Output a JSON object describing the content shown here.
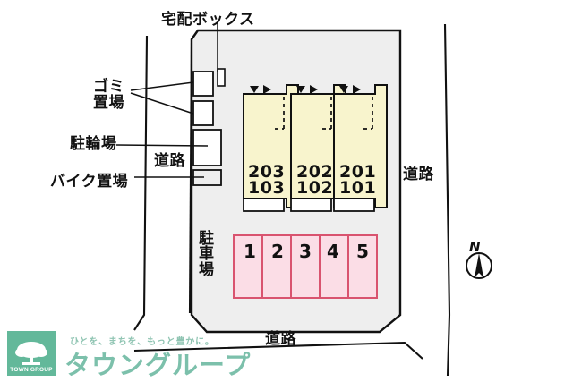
{
  "map": {
    "title_labels": {
      "delivery_box": "宅配ボックス",
      "garbage_area": "ゴミ\n置場",
      "garbage_area_line1": "ゴミ",
      "garbage_area_line2": "置場",
      "bicycle_parking": "駐輪場",
      "motorbike_parking": "バイク置場",
      "parking_lot": "駐車場"
    },
    "roads": {
      "middle": "道路",
      "right": "道路",
      "bottom": "道路"
    },
    "compass": {
      "north_label": "N"
    },
    "building": {
      "units": [
        {
          "upper": "203",
          "lower": "103"
        },
        {
          "upper": "202",
          "lower": "102"
        },
        {
          "upper": "201",
          "lower": "101"
        }
      ],
      "entrance_markers": [
        "▼",
        "▶"
      ]
    },
    "parking": {
      "label_chars": [
        "駐",
        "車",
        "場"
      ],
      "stalls": [
        "1",
        "2",
        "3",
        "4",
        "5"
      ]
    },
    "colors": {
      "site_fill": "#eeeeee",
      "building_fill": "#f8f4cd",
      "building_stroke": "#1a1a1a",
      "parking_fill": "#fbdde6",
      "parking_stroke": "#d9536f",
      "line": "#111111",
      "brand_green": "#63b89a"
    }
  },
  "footer": {
    "tagline": "ひとを、まちを、もっと豊かに。",
    "brand": "タウングループ",
    "logo_caption": "TOWN GROUP"
  }
}
